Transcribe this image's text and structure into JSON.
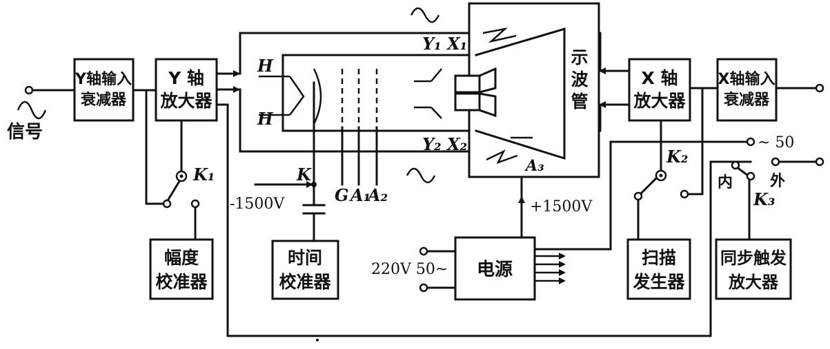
{
  "blocks": {
    "y_attenuator": [
      "Y轴输入",
      "衰减器"
    ],
    "y_amplifier": [
      "Y 轴",
      "放大器"
    ],
    "amplitude_calibrator": [
      "幅度",
      "校准器"
    ],
    "time_calibrator": [
      "时间",
      "校准器"
    ],
    "power_supply": "电源",
    "x_amplifier": [
      "X 轴",
      "放大器"
    ],
    "x_attenuator": [
      "X轴输入",
      "衰减器"
    ],
    "sweep_generator": [
      "扫描",
      "发生器"
    ],
    "sync_trigger_amplifier": [
      "同步触发",
      "放大器"
    ]
  },
  "tube": {
    "label": [
      "示",
      "波",
      "管"
    ],
    "heater_top": "H",
    "heater_bottom": "H",
    "cathode": "K",
    "grid": "G",
    "anode1": "A₁",
    "anode2": "A₂",
    "anode3": "A₃",
    "plates_top": "Y₁ X₁",
    "plates_bottom": "Y₂ X₂"
  },
  "labels": {
    "signal": "信号",
    "neg_voltage": "-1500V",
    "pos_voltage": "+1500V",
    "mains": "220V 50~",
    "line_50": "~ 50",
    "internal": "内",
    "external": "外"
  },
  "switches": {
    "k1": "K₁",
    "k2": "K₂",
    "k3": "K₃"
  },
  "icons": {
    "signal_wave": "sine-wave-icon",
    "top_wave": "sine-wave-icon",
    "bottom_wave": "sine-wave-icon"
  }
}
